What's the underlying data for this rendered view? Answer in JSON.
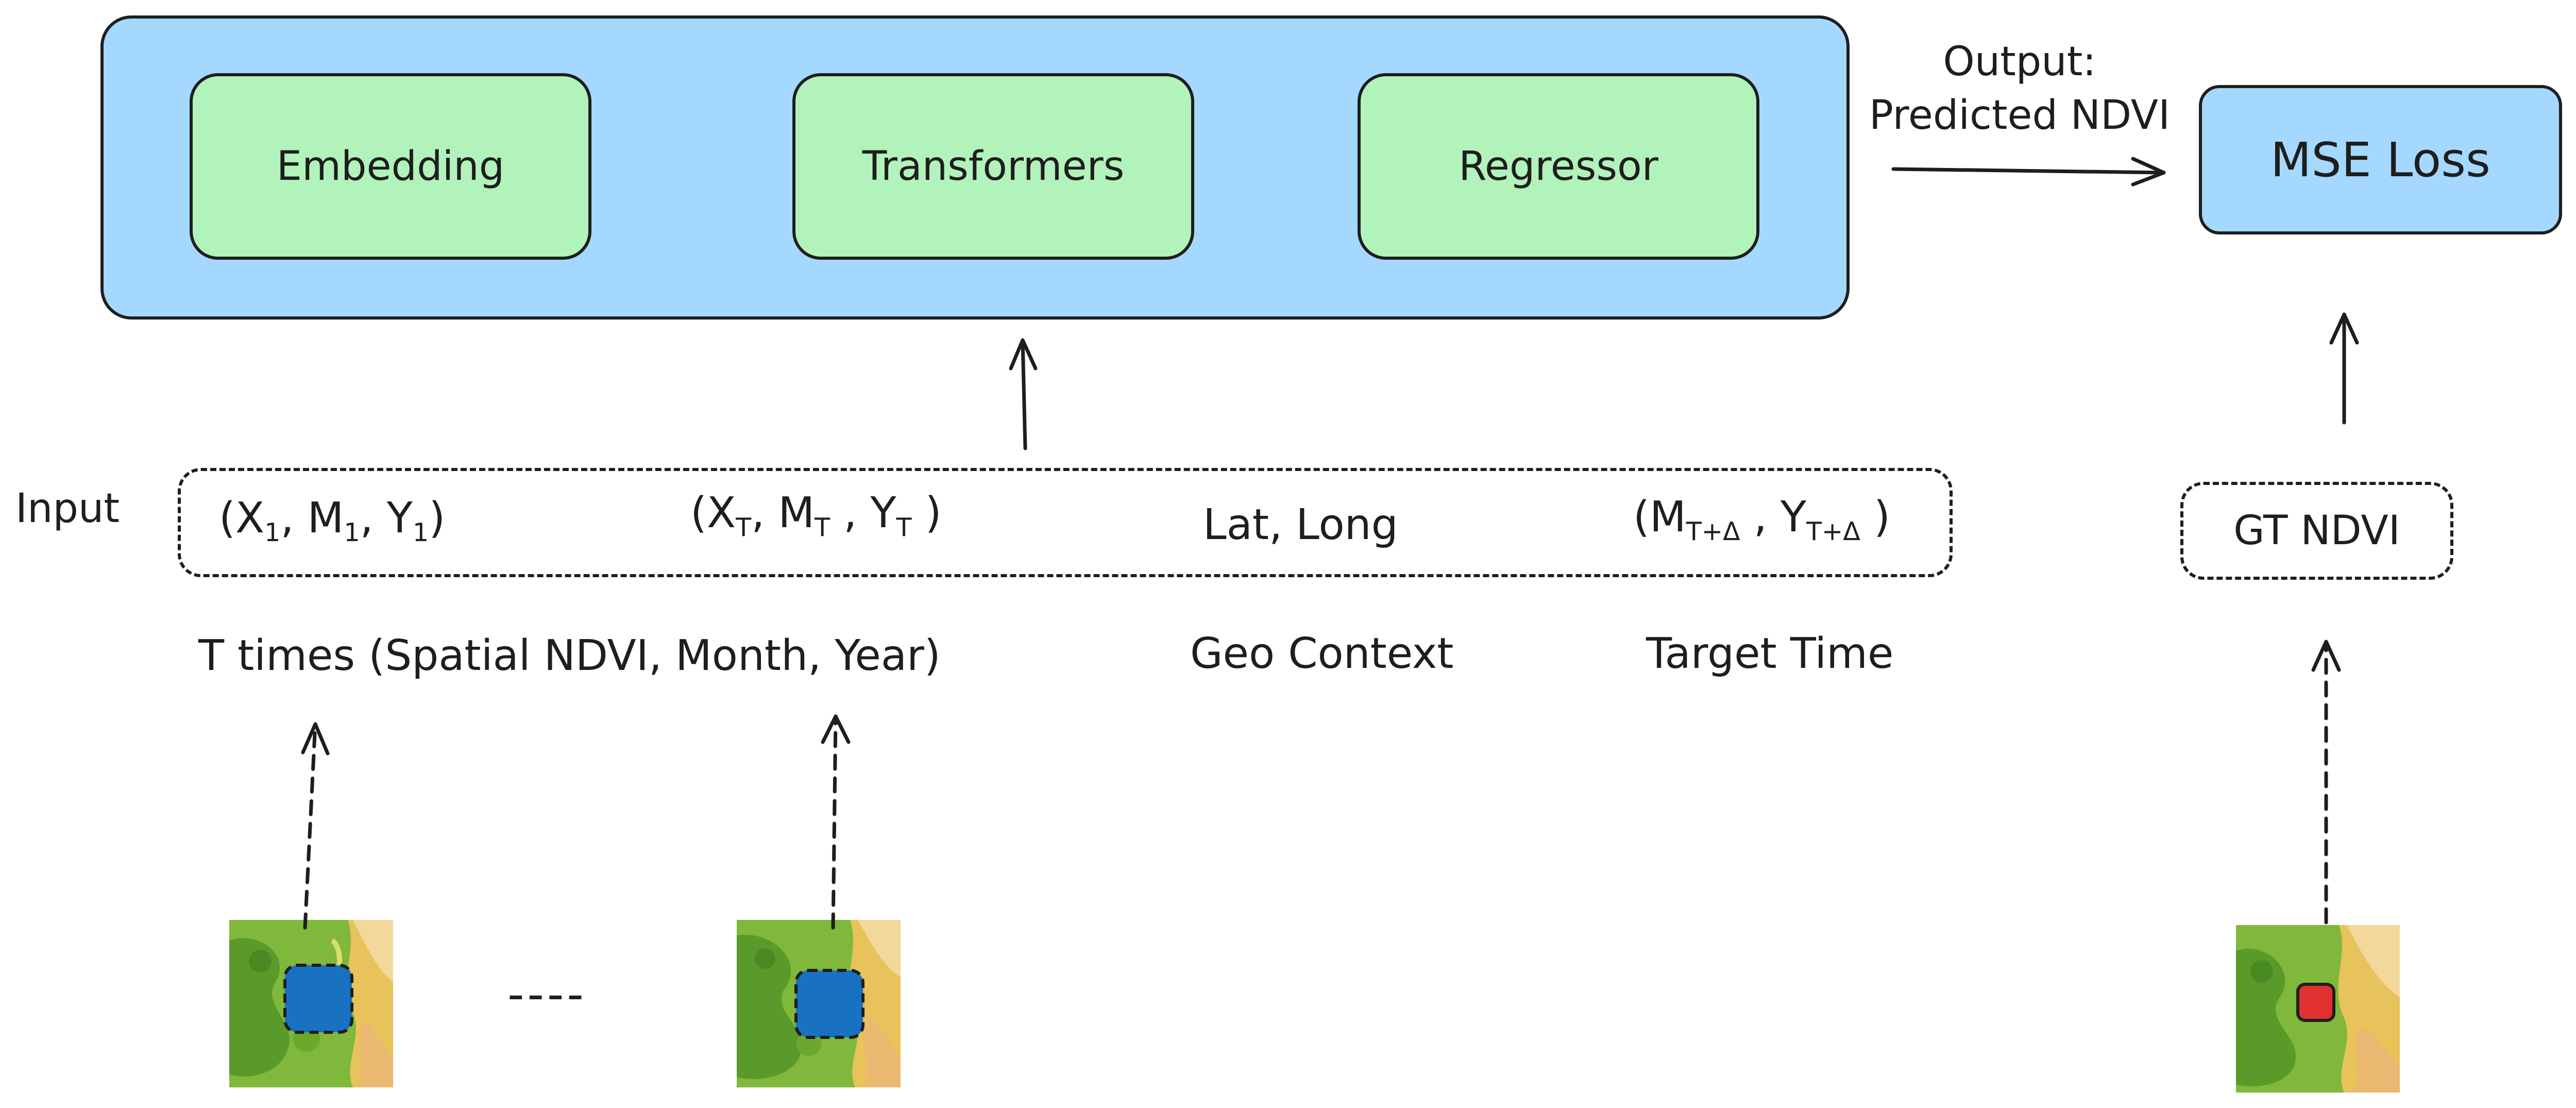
{
  "model": {
    "components": [
      "Embedding",
      "Transformers",
      "Regressor"
    ]
  },
  "output": {
    "line1": "Output:",
    "line2": "Predicted NDVI"
  },
  "loss": {
    "label": "MSE Loss"
  },
  "input": {
    "label": "Input",
    "first": {
      "open": "(X",
      "x_sub": "1",
      "m": ", M",
      "m_sub": "1",
      "y": ", Y",
      "y_sub": "1",
      "close": ")"
    },
    "last": {
      "open": "(X",
      "x_sub": "T",
      "m": ", M",
      "m_sub": "T",
      "y": " , Y",
      "y_sub": "T",
      "close": " )"
    },
    "geo": "Lat, Long",
    "target": {
      "open": "(M",
      "m_sub": "T+Δ",
      "y": "  , Y",
      "y_sub": "T+Δ",
      "close": " )"
    }
  },
  "ground_truth": {
    "label": "GT NDVI"
  },
  "captions": {
    "times": "T times (Spatial NDVI, Month, Year)",
    "geo": "Geo Context",
    "target": "Target Time"
  },
  "ellipsis": "----",
  "colors": {
    "model_fill": "#a5d8ff",
    "component_fill": "#b2f2bb",
    "loss_fill": "#a5d8ff",
    "patch_input": "#1971c2",
    "patch_target": "#e03131",
    "stroke": "#1e1e1e"
  }
}
